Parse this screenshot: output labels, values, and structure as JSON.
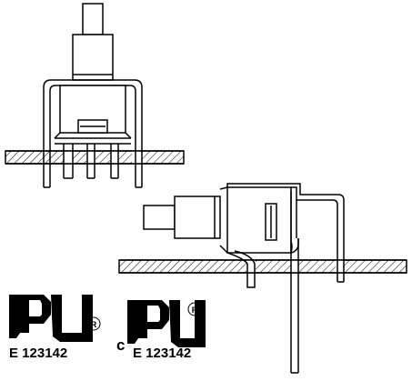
{
  "figure": {
    "views": [
      "front-view",
      "side-view"
    ]
  },
  "certifications": [
    {
      "mark": "ul-recognized-icon",
      "prefix": "",
      "registered": "R",
      "file_number": "E 123142"
    },
    {
      "mark": "cul-recognized-icon",
      "prefix": "c",
      "registered": "R",
      "file_number": "E 123142"
    }
  ],
  "colors": {
    "line": "#000000",
    "background": "#ffffff"
  }
}
